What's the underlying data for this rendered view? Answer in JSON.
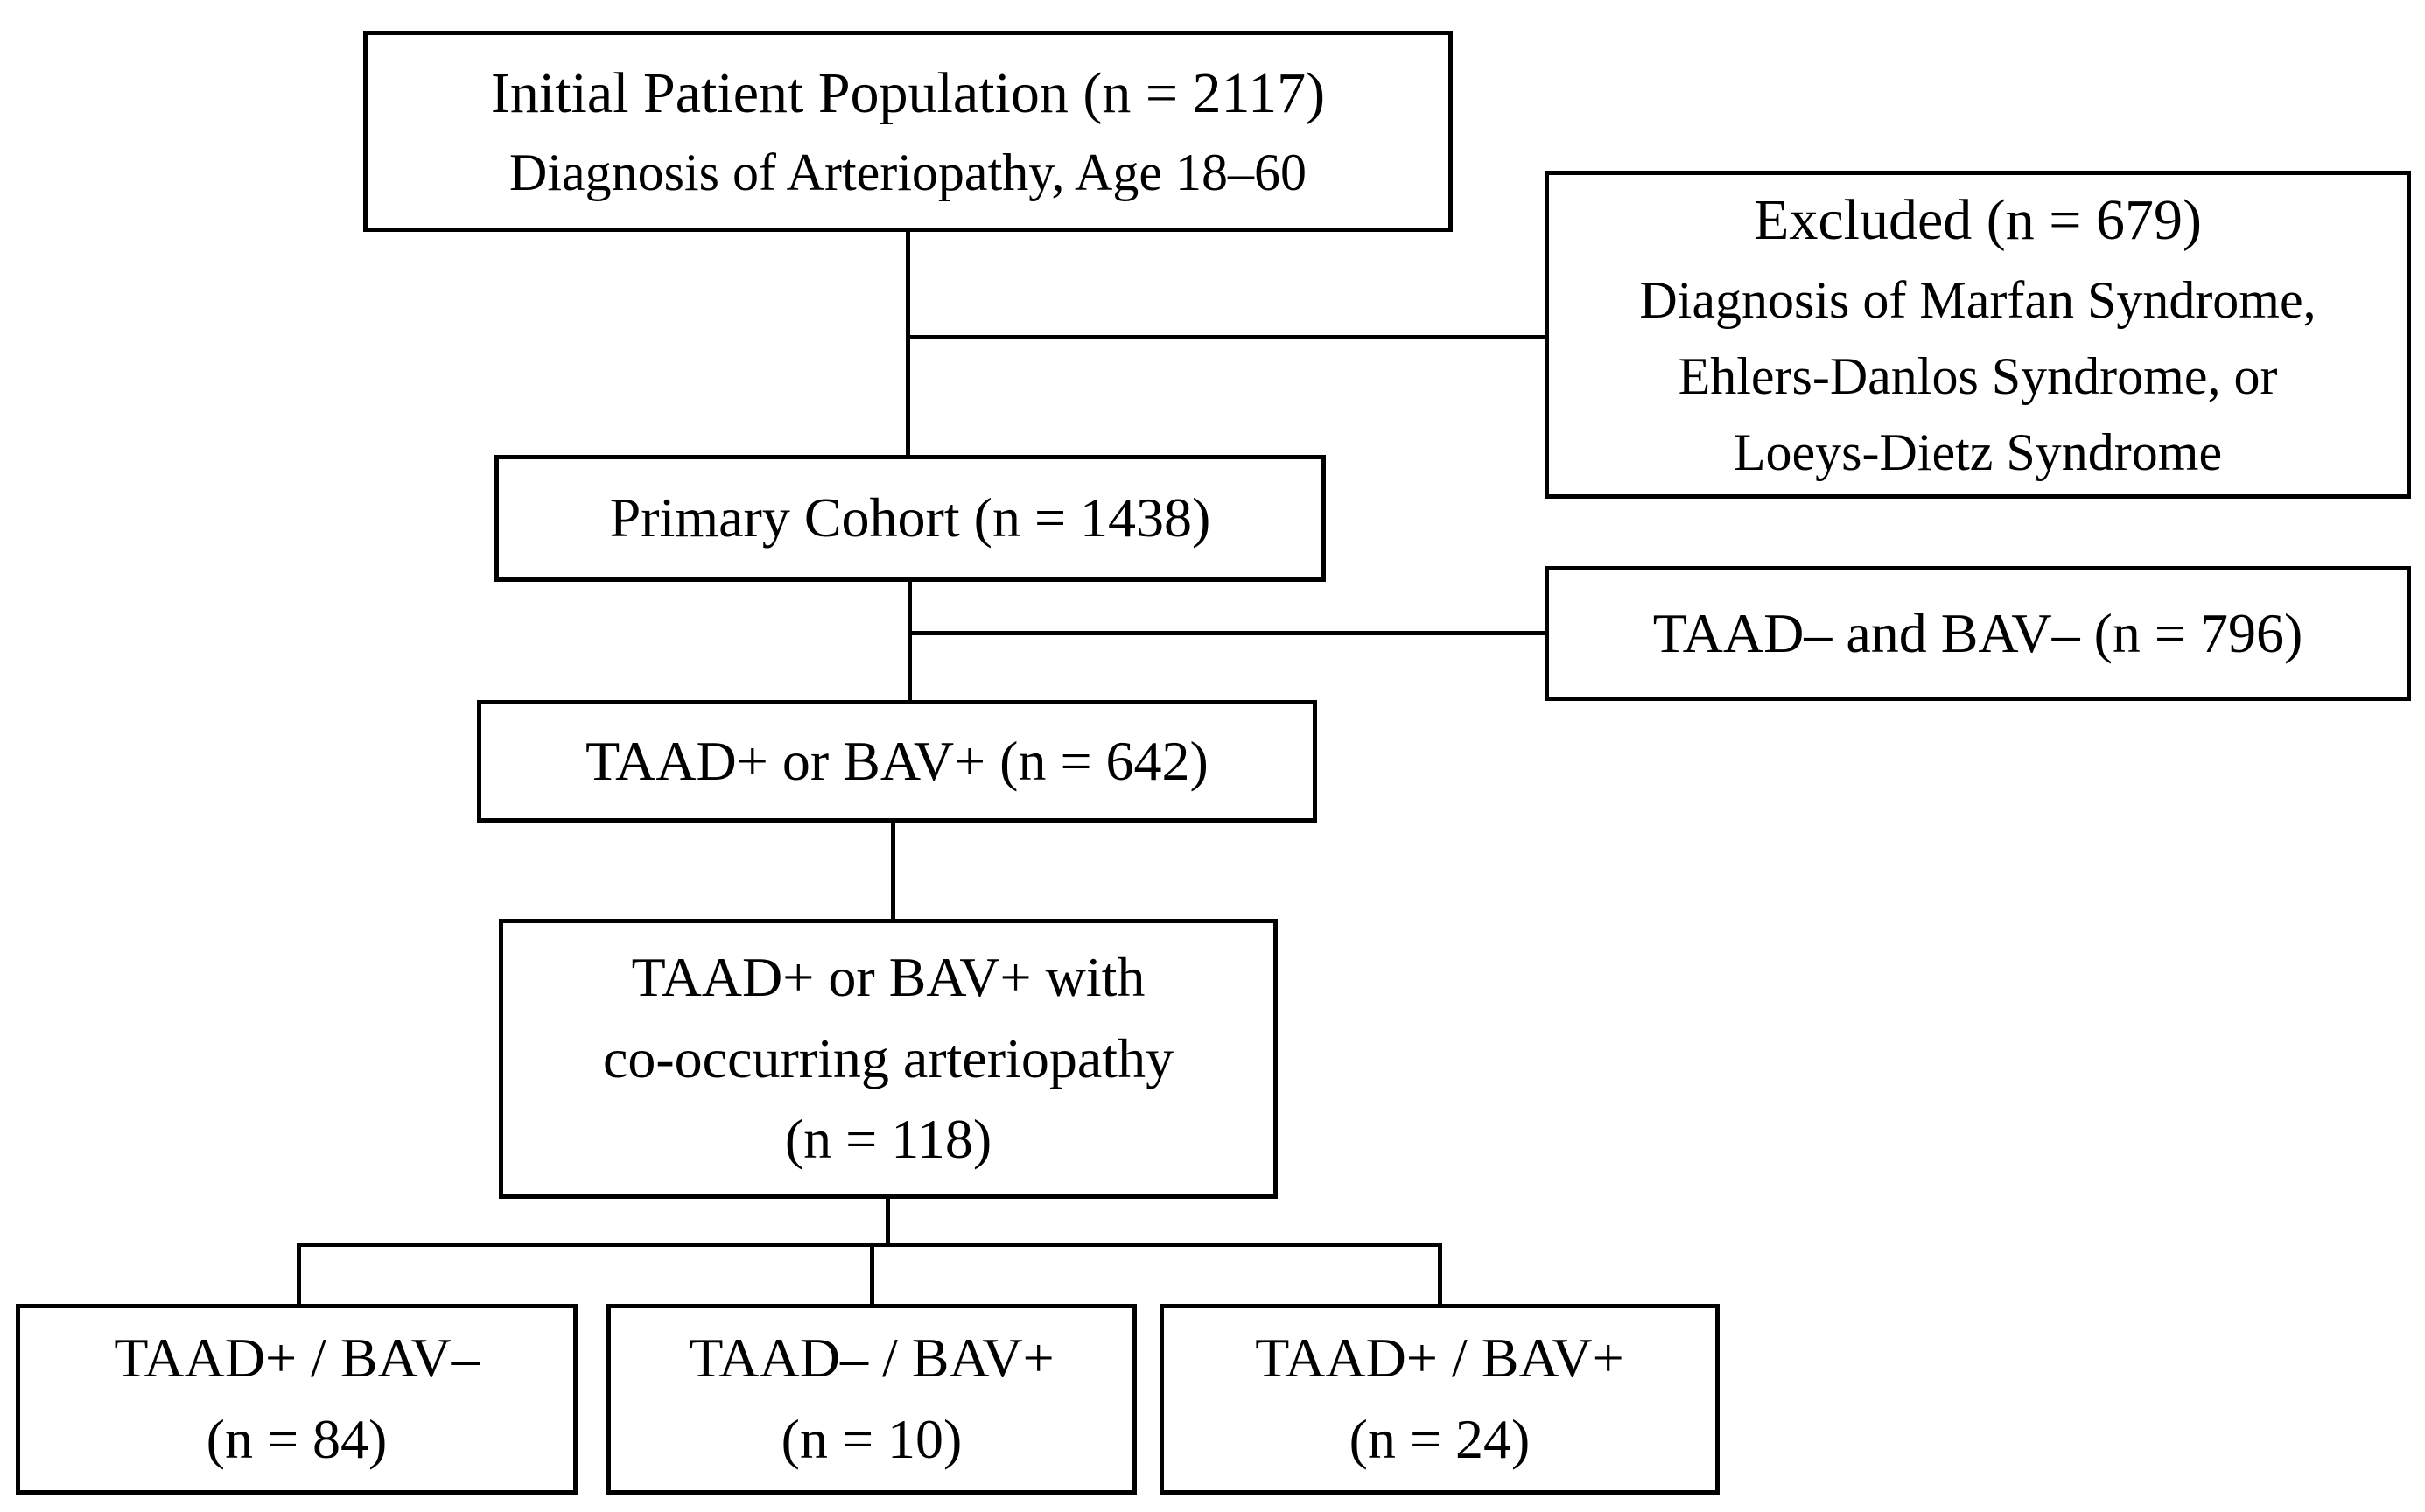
{
  "colors": {
    "background": "#ffffff",
    "box_border": "#000000",
    "connector": "#000000",
    "text": "#000000"
  },
  "boxes": {
    "initial": {
      "n": 2117,
      "lines": [
        "Initial Patient Population (n = 2117)",
        "Diagnosis of Arteriopathy, Age 18–60"
      ]
    },
    "excluded": {
      "n": 679,
      "lines": [
        "Excluded (n = 679)",
        "Diagnosis of Marfan Syndrome,",
        "Ehlers-Danlos Syndrome, or",
        "Loeys-Dietz Syndrome"
      ]
    },
    "primary": {
      "n": 1438,
      "lines": [
        "Primary Cohort (n = 1438)"
      ]
    },
    "taad_neg_bav_neg": {
      "n": 796,
      "lines": [
        "TAAD– and BAV– (n = 796)"
      ]
    },
    "taad_or_bav_pos": {
      "n": 642,
      "lines": [
        "TAAD+ or BAV+ (n = 642)"
      ]
    },
    "cooccurring": {
      "n": 118,
      "lines": [
        "TAAD+ or BAV+ with",
        "co-occurring arteriopathy",
        "(n = 118)"
      ]
    },
    "taad_pos_bav_neg": {
      "n": 84,
      "lines": [
        "TAAD+ / BAV–",
        "(n = 84)"
      ]
    },
    "taad_neg_bav_pos": {
      "n": 10,
      "lines": [
        "TAAD– / BAV+",
        "(n = 10)"
      ]
    },
    "taad_pos_bav_pos": {
      "n": 24,
      "lines": [
        "TAAD+ / BAV+",
        "(n = 24)"
      ]
    }
  },
  "edges": [
    {
      "from": "initial",
      "to": "primary"
    },
    {
      "from": "initial",
      "to": "excluded"
    },
    {
      "from": "primary",
      "to": "taad_or_bav_pos"
    },
    {
      "from": "primary",
      "to": "taad_neg_bav_neg"
    },
    {
      "from": "taad_or_bav_pos",
      "to": "cooccurring"
    },
    {
      "from": "cooccurring",
      "to": "taad_pos_bav_neg"
    },
    {
      "from": "cooccurring",
      "to": "taad_neg_bav_pos"
    },
    {
      "from": "cooccurring",
      "to": "taad_pos_bav_pos"
    }
  ]
}
